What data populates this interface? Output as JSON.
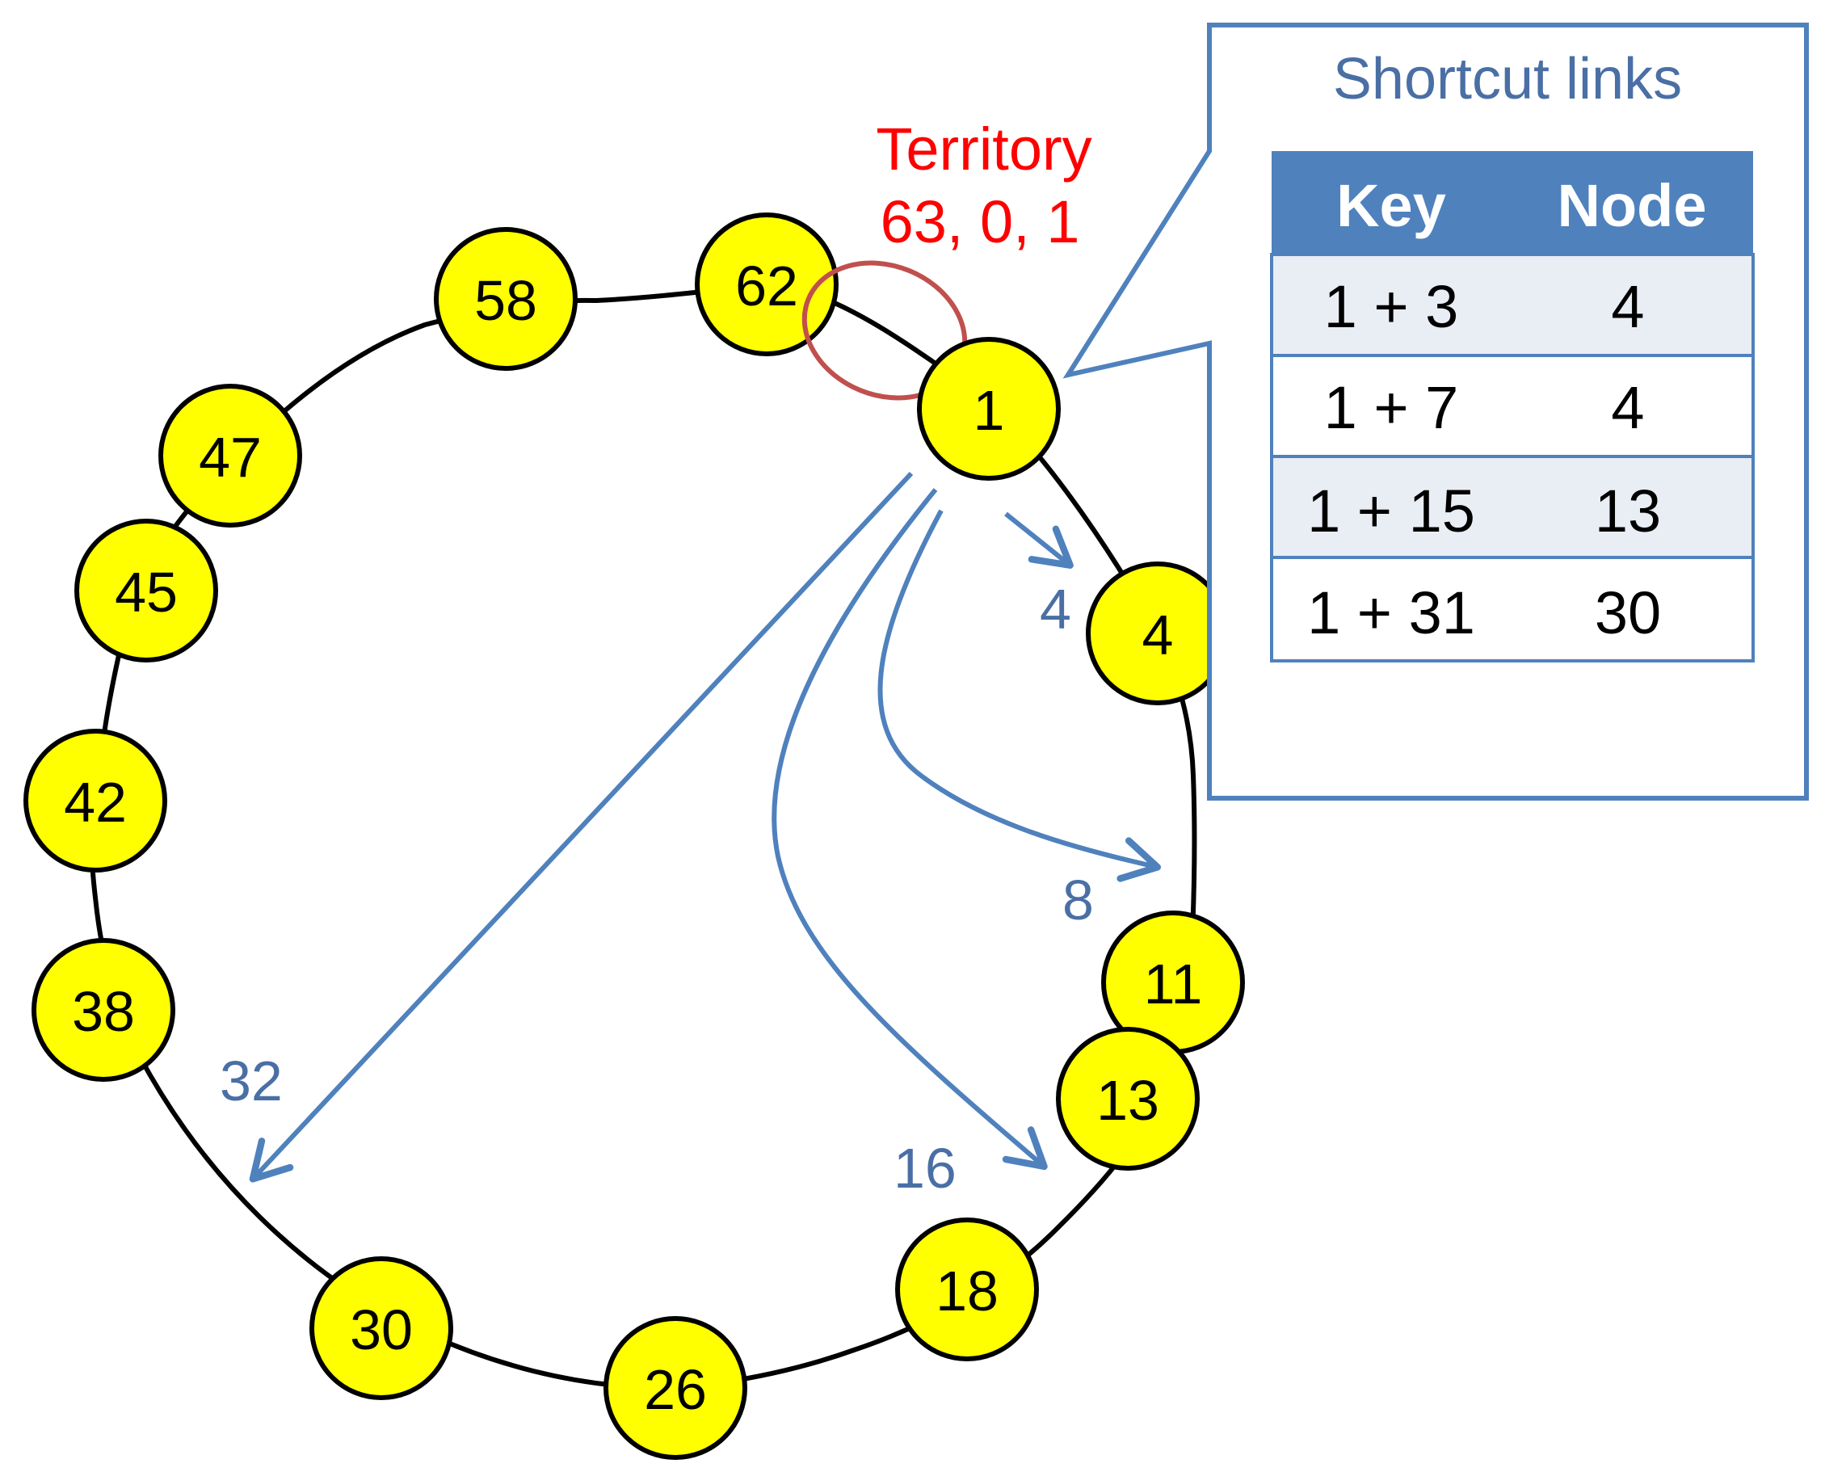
{
  "colors": {
    "node_fill": "#ffff00",
    "node_stroke": "#000000",
    "ring_stroke": "#000000",
    "link_arrow": "#4f81bd",
    "link_label": "#4a6fa5",
    "territory_text": "#ff0000",
    "territory_marker": "#c0504d",
    "callout_border": "#4f81bd",
    "callout_title": "#4a6fa5",
    "table_header_bg": "#4f81bd",
    "table_row_shaded": "#e9edf4",
    "table_row_plain": "#ffffff"
  },
  "ring": {
    "nodes": [
      "1",
      "4",
      "11",
      "13",
      "18",
      "26",
      "30",
      "38",
      "42",
      "45",
      "47",
      "58",
      "62"
    ]
  },
  "territory": {
    "title": "Territory",
    "range": "63, 0, 1"
  },
  "shortcut_arrows": {
    "hop_4": "4",
    "hop_8": "8",
    "hop_16": "16",
    "hop_32": "32"
  },
  "callout": {
    "title": "Shortcut links",
    "columns": [
      "Key",
      "Node"
    ],
    "rows": [
      {
        "key": "1 + 3",
        "node": "4"
      },
      {
        "key": "1 + 7",
        "node": "4"
      },
      {
        "key": "1 + 15",
        "node": "13"
      },
      {
        "key": "1 + 31",
        "node": "30"
      }
    ]
  }
}
